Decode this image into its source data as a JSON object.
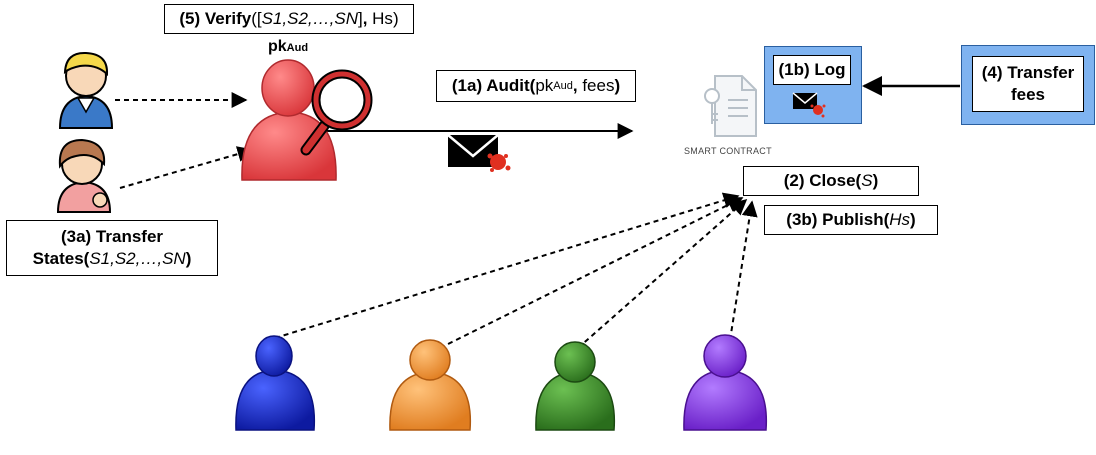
{
  "verify": {
    "prefix": "(5) Verify",
    "args": "S1,S2,…,SN",
    "hs": "Hs"
  },
  "pk_aud": {
    "pk": "pk",
    "sub": "Aud"
  },
  "audit": {
    "prefix": "(1a) Audit",
    "pk": "pk",
    "sub": "Aud",
    "fees": "fees"
  },
  "log": {
    "label": "(1b) Log"
  },
  "transfer_fees": {
    "line1": "(4) Transfer",
    "line2": "fees"
  },
  "smart_contract": {
    "label": "SMART CONTRACT"
  },
  "close": {
    "prefix": "(2) Close",
    "arg": "S"
  },
  "publish": {
    "prefix": "(3b) Publish",
    "arg": "Hs"
  },
  "transfer_states": {
    "line1": "(3a) Transfer",
    "line2_prefix": "States",
    "args": "S1,S2,…,SN"
  },
  "colors": {
    "auditor": "#e8474a",
    "blue_user": "#1a2ec8",
    "orange_user": "#f0963a",
    "green_user": "#3a8a2a",
    "purple_user": "#8a3ae0",
    "contract_box": "#7fb3f0"
  }
}
